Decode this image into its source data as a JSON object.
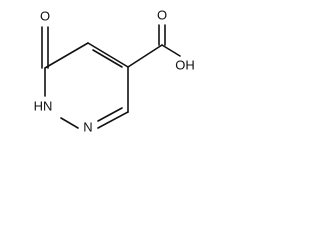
{
  "molecule": {
    "atoms": {
      "o_keto": "O",
      "nh": "HN",
      "n": "N",
      "o_carbonyl": "O",
      "oh": "OH"
    },
    "colors": {
      "ink": "#111111",
      "background": "#ffffff"
    }
  }
}
